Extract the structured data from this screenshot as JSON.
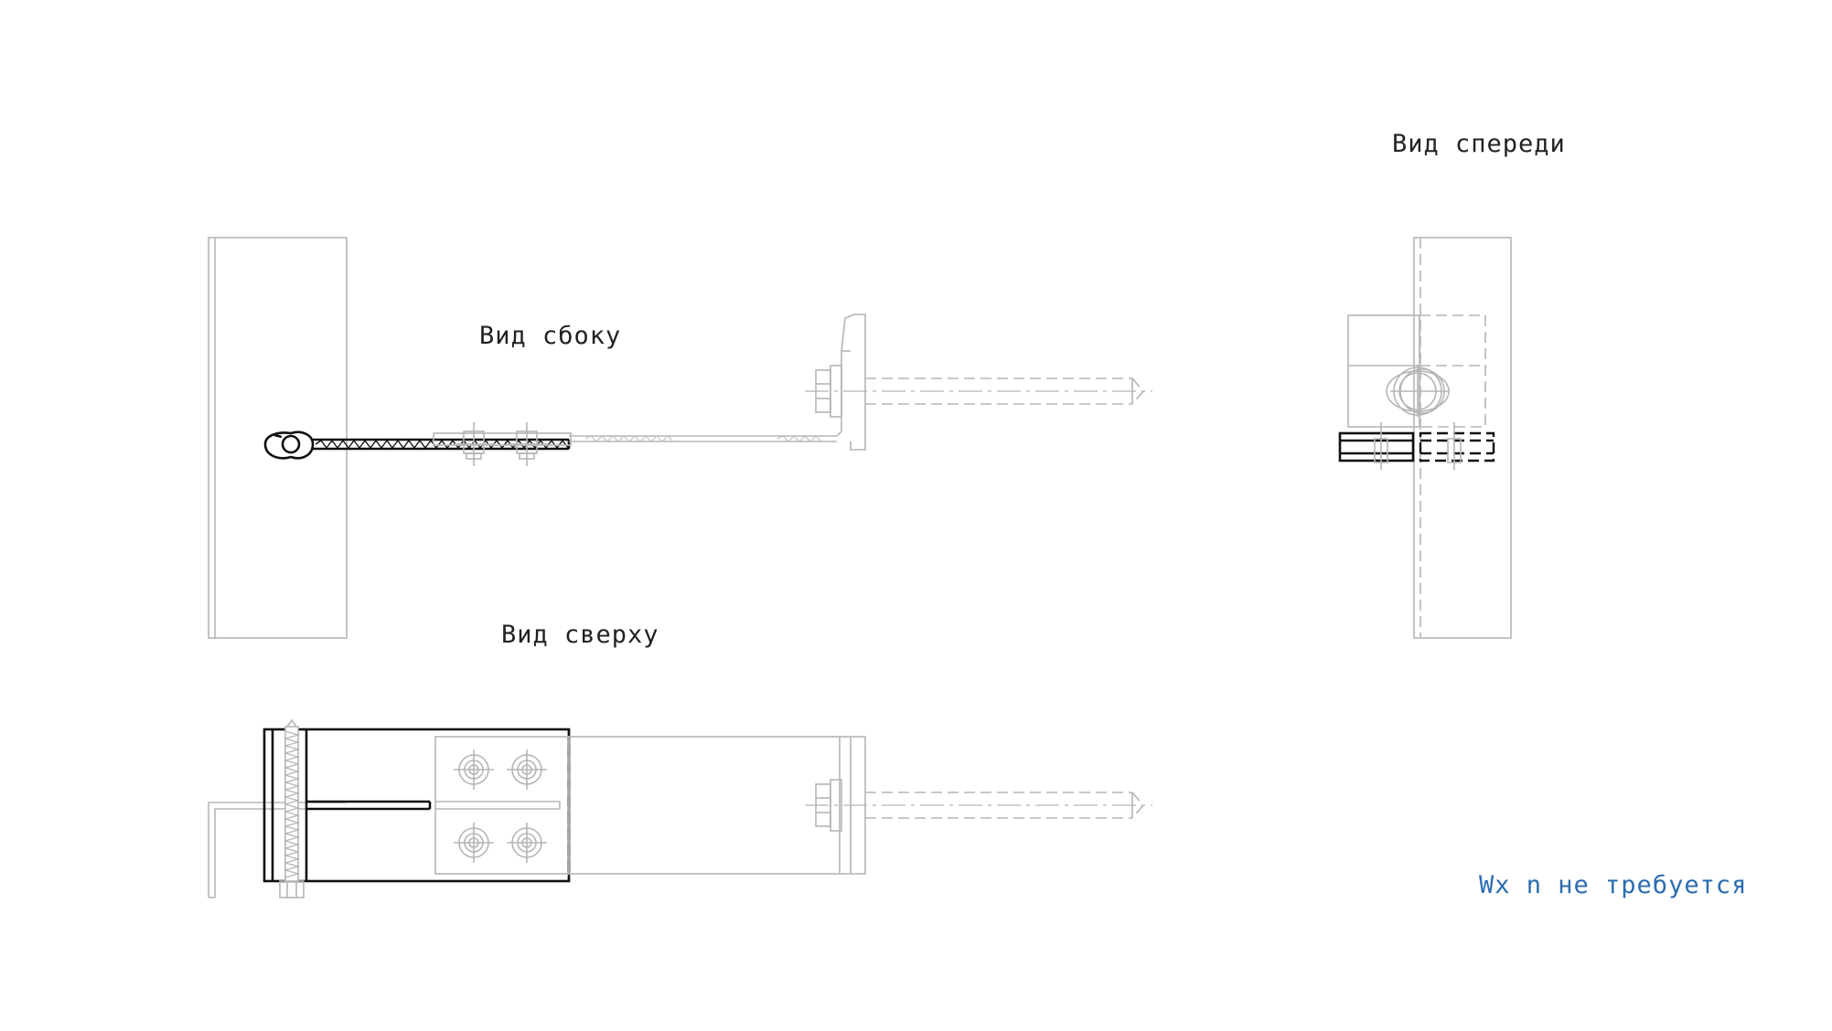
{
  "views": {
    "side": {
      "label": "Вид сбоку"
    },
    "front": {
      "label": "Вид спереди"
    },
    "top": {
      "label": "Вид сверху"
    }
  },
  "note": {
    "text": "Wx n не требуется",
    "color": "#2b6cb0"
  }
}
